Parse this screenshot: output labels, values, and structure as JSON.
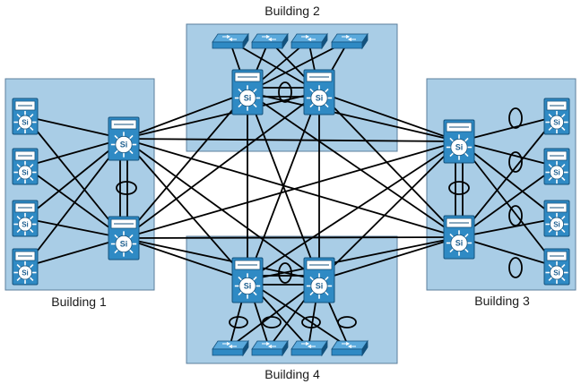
{
  "diagram": {
    "buildings": [
      {
        "id": "b1",
        "label": "Building 1"
      },
      {
        "id": "b2",
        "label": "Building 2"
      },
      {
        "id": "b3",
        "label": "Building 3"
      },
      {
        "id": "b4",
        "label": "Building 4"
      }
    ],
    "switch_glyph": "Si",
    "colors": {
      "building_fill": "#a9cde6",
      "building_stroke": "#5c7f9c",
      "device_fill": "#2f8ac4",
      "device_dark": "#14527d",
      "link": "#000000"
    },
    "icons": {
      "multilayer_switch": "multilayer-switch-icon",
      "workgroup_switch": "workgroup-switch-icon",
      "etherchannel_ring": "etherchannel-ring-icon"
    }
  }
}
